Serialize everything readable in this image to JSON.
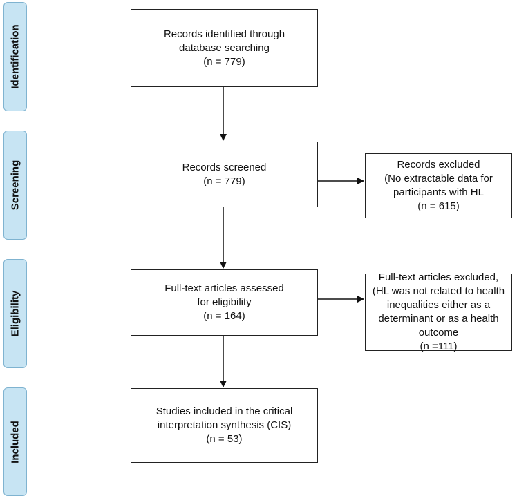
{
  "stages": {
    "identification": "Identification",
    "screening": "Screening",
    "eligibility": "Eligibility",
    "included": "Included"
  },
  "boxes": {
    "identified": [
      "Records identified through",
      "database searching",
      "(n = 779)"
    ],
    "screened": [
      "Records screened",
      "(n = 779)"
    ],
    "full_text": [
      "Full-text articles assessed",
      "for eligibility",
      "(n = 164)"
    ],
    "included": [
      "Studies included in the critical",
      "interpretation synthesis (CIS)",
      "(n = 53)"
    ],
    "excluded_records": [
      "Records excluded",
      "(No extractable data for",
      "participants with HL",
      "(n = 615)"
    ],
    "excluded_full_text": [
      "Full-text articles excluded,",
      "(HL was not related to health",
      "inequalities either as a",
      "determinant or as a health",
      "outcome",
      "(n =111)"
    ]
  },
  "colors": {
    "stage_fill": "#c7e4f3",
    "stage_border": "#7fb3d0",
    "box_border": "#222222",
    "arrow": "#111111"
  }
}
